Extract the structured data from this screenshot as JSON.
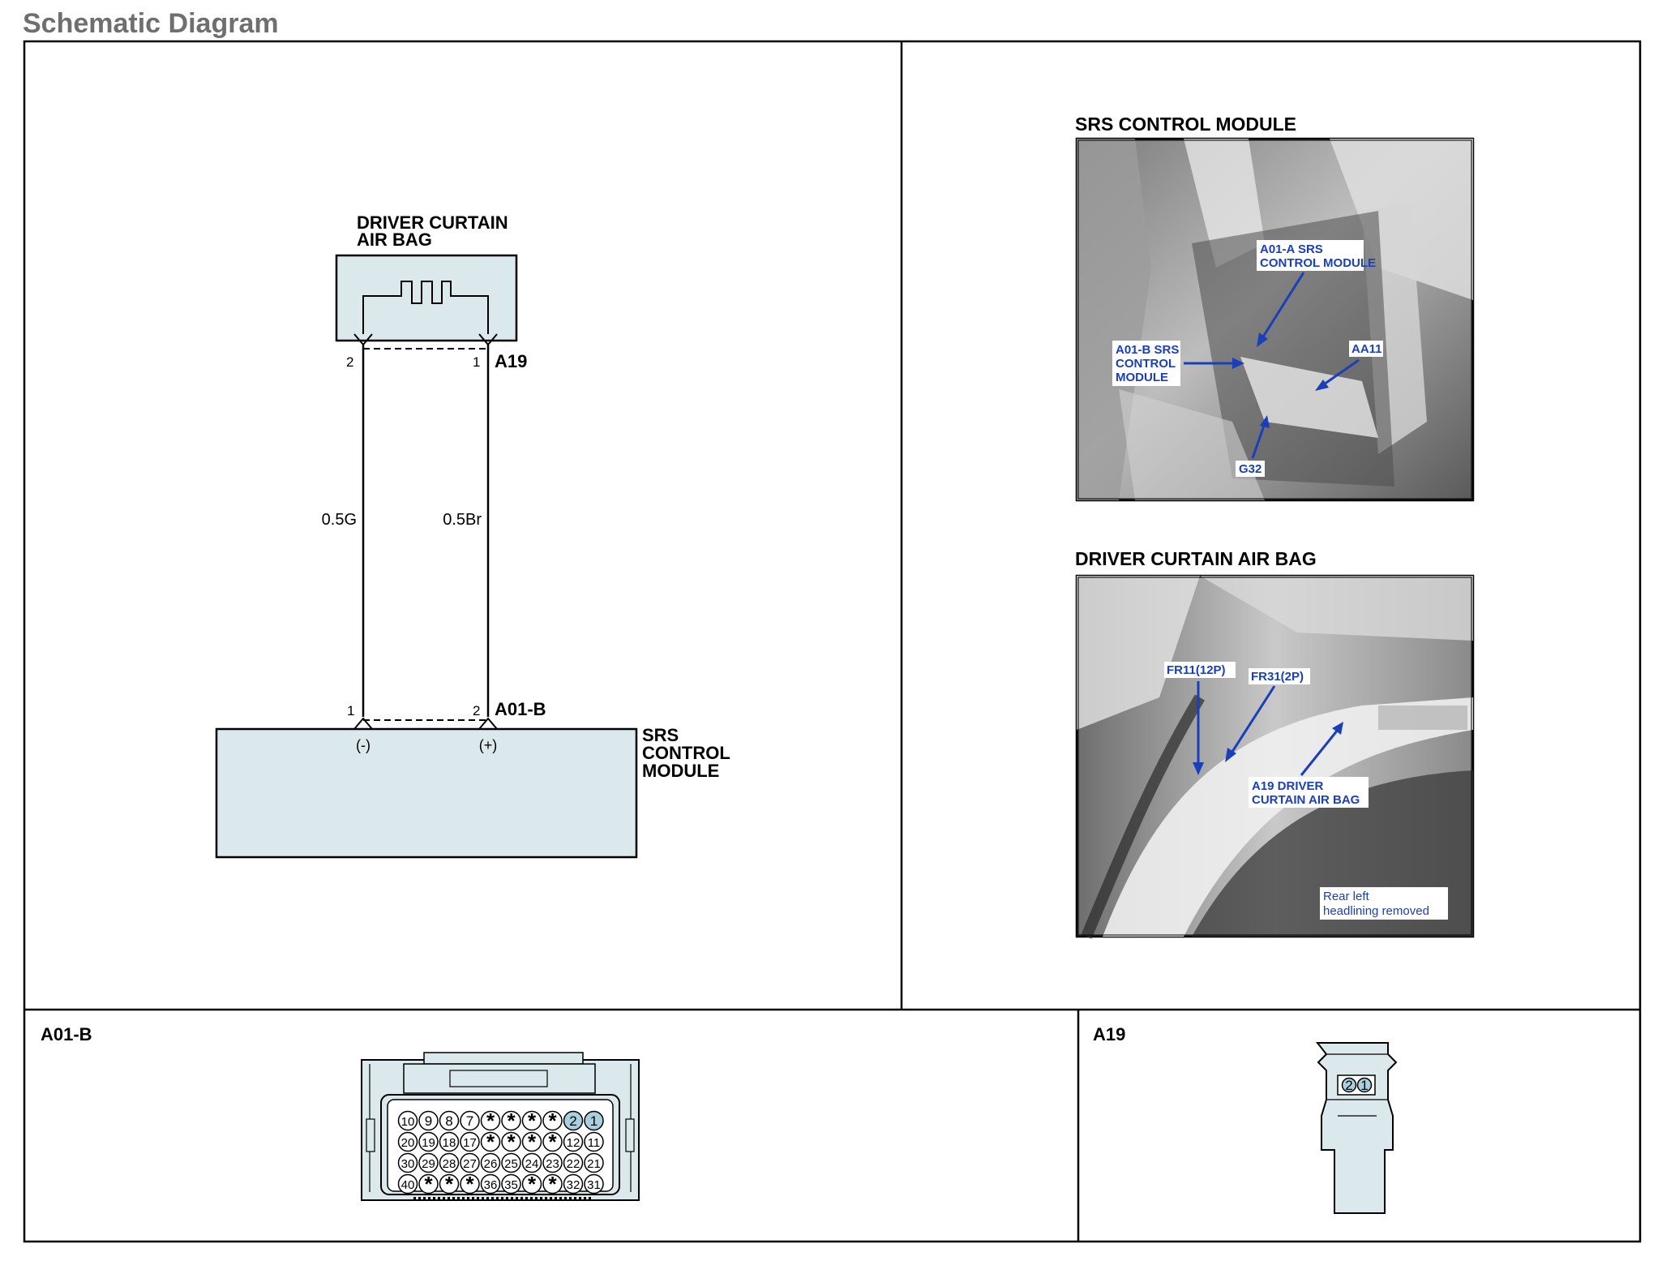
{
  "page": {
    "title": "Schematic Diagram"
  },
  "schematic": {
    "airbag_label_line1": "DRIVER CURTAIN",
    "airbag_label_line2": "AIR BAG",
    "airbag_connector": "A19",
    "airbag_pin_left": "2",
    "airbag_pin_right": "1",
    "wire_left": "0.5G",
    "wire_right": "0.5Br",
    "module_connector": "A01-B",
    "module_pin_left": "1",
    "module_pin_right": "2",
    "module_polarity_left": "(-)",
    "module_polarity_right": "(+)",
    "module_label_line1": "SRS",
    "module_label_line2": "CONTROL",
    "module_label_line3": "MODULE"
  },
  "photo_srs": {
    "caption": "SRS CONTROL MODULE",
    "callout_a01a_line1": "A01-A SRS",
    "callout_a01a_line2": "CONTROL MODULE",
    "callout_a01b_line1": "A01-B SRS",
    "callout_a01b_line2": "CONTROL",
    "callout_a01b_line3": "MODULE",
    "callout_aa11": "AA11",
    "callout_g32": "G32"
  },
  "photo_airbag": {
    "caption": "DRIVER CURTAIN AIR BAG",
    "callout_fr11": "FR11(12P)",
    "callout_fr31": "FR31(2P)",
    "callout_a19_line1": "A19 DRIVER",
    "callout_a19_line2": "CURTAIN AIR BAG",
    "note_line1": "Rear left",
    "note_line2": "headlining removed"
  },
  "connector_a01b": {
    "label": "A01-B",
    "rows": [
      [
        "10",
        "9",
        "8",
        "7",
        "*",
        "*",
        "*",
        "*",
        "2",
        "1"
      ],
      [
        "20",
        "19",
        "18",
        "17",
        "*",
        "*",
        "*",
        "*",
        "12",
        "11"
      ],
      [
        "30",
        "29",
        "28",
        "27",
        "26",
        "25",
        "24",
        "23",
        "22",
        "21"
      ],
      [
        "40",
        "*",
        "*",
        "*",
        "36",
        "35",
        "*",
        "*",
        "32",
        "31"
      ]
    ],
    "highlight_pins": [
      "2",
      "1"
    ]
  },
  "connector_a19": {
    "label": "A19",
    "pins": [
      "2",
      "1"
    ]
  },
  "colors": {
    "fill": "#dce9ec",
    "highlight": "#a9cfdc",
    "callout": "#1a3fb8"
  }
}
